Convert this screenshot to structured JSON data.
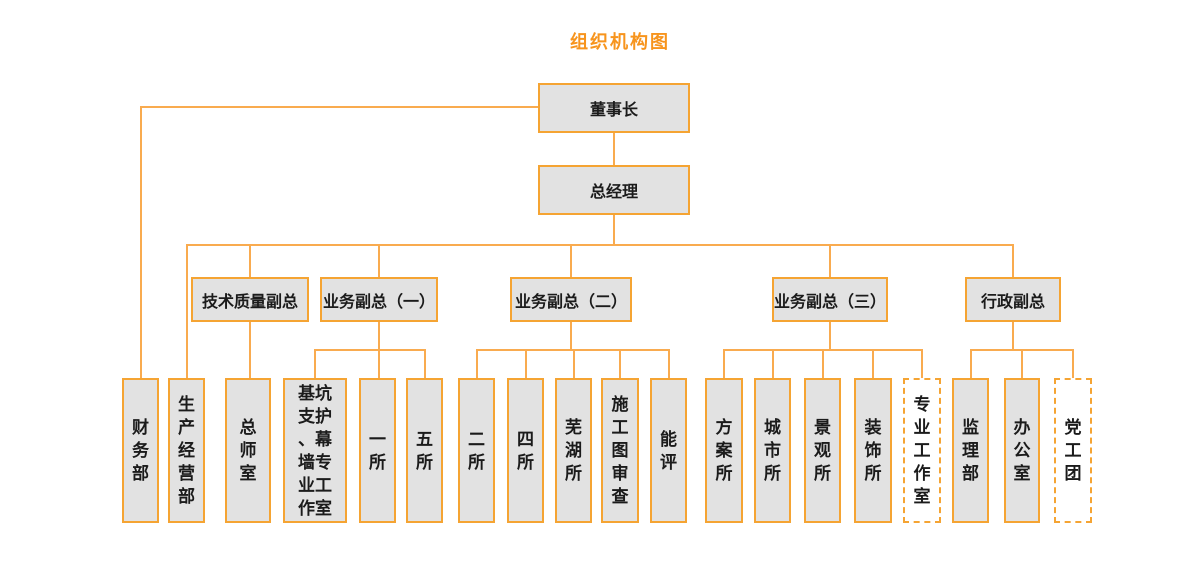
{
  "title": "组织机构图",
  "colors": {
    "accent_title": "#F7941D",
    "line": "#F9AB4F",
    "box_border": "#F5A433",
    "box_fill": "#E2E2E2",
    "text": "#1B1B1B"
  },
  "nodes": {
    "chairman": "董事长",
    "general_manager": "总经理",
    "vp_tech_quality": "技术质量副总",
    "vp_business_1": "业务副总（一）",
    "vp_business_2": "业务副总（二）",
    "vp_business_3": "业务副总（三）",
    "vp_admin": "行政副总",
    "dept_finance": "财务部",
    "dept_production": "生产经营部",
    "dept_chief_engineer": "总师室",
    "dept_pit_curtainwall": "基坑支护、幕墙专业工作室",
    "dept_institute_1": "一所",
    "dept_institute_5": "五所",
    "dept_institute_2": "二所",
    "dept_institute_4": "四所",
    "dept_wuhu": "芜湖所",
    "dept_drawing_review": "施工图审查",
    "dept_energy_assessment": "能评",
    "dept_scheme": "方案所",
    "dept_urban": "城市所",
    "dept_landscape": "景观所",
    "dept_decoration": "装饰所",
    "dept_professional_studio": "专业工作室",
    "dept_supervision": "监理部",
    "dept_office": "办公室",
    "dept_party_labor_youth": "党工团"
  }
}
